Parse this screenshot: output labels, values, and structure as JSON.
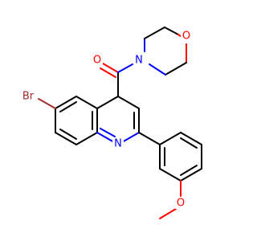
{
  "atoms": {
    "bromine": "Br",
    "quinoline_nitrogen": "N",
    "carbonyl_oxygen": "O",
    "morpholine_nitrogen": "N",
    "morpholine_oxygen": "O",
    "methoxy_oxygen": "O"
  },
  "colors": {
    "bond": "#000000",
    "oxygen": "#ff0000",
    "nitrogen": "#0000ff",
    "bromine": "#a52a2a",
    "background": "#ffffff"
  }
}
